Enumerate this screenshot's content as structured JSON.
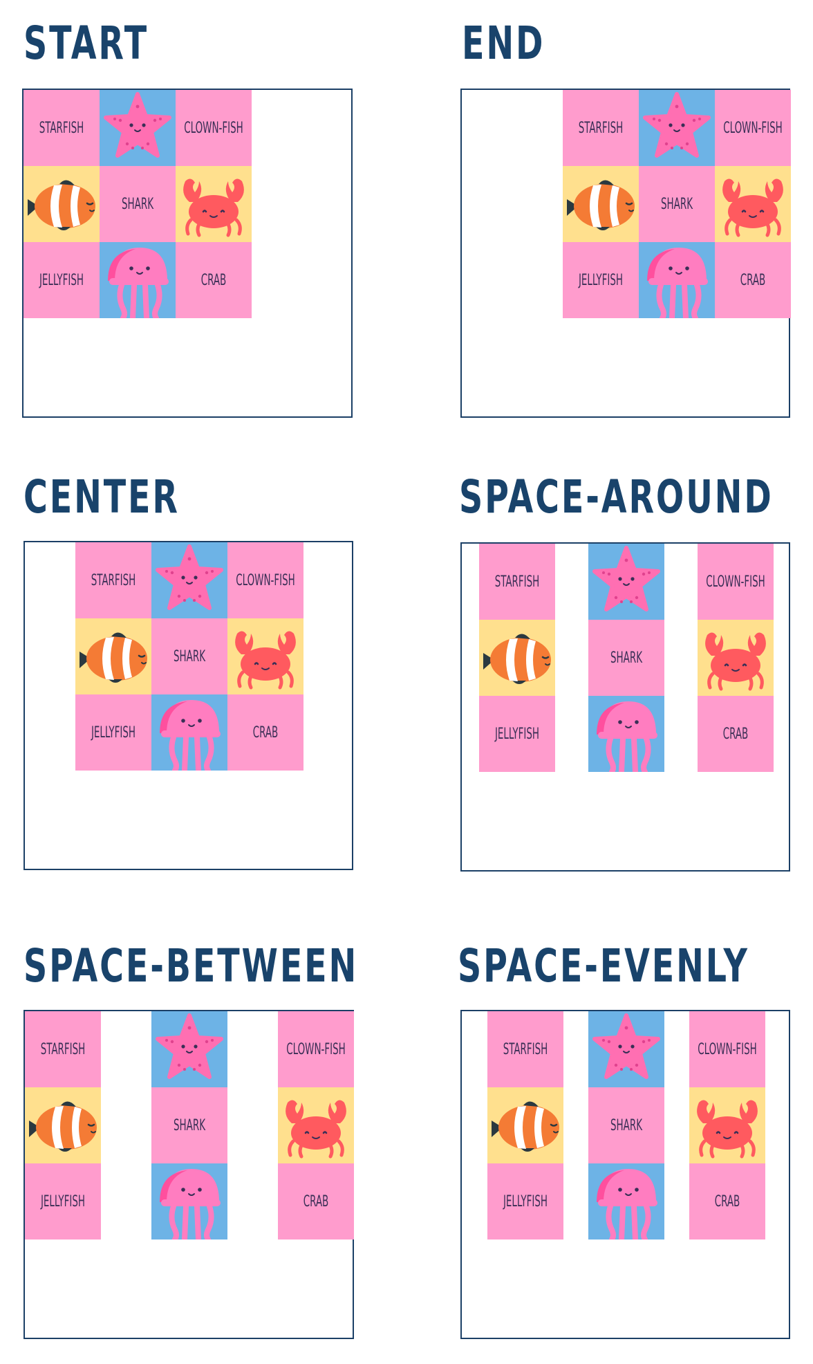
{
  "panels": [
    {
      "title": "START",
      "justify": "start"
    },
    {
      "title": "END",
      "justify": "end"
    },
    {
      "title": "CENTER",
      "justify": "center"
    },
    {
      "title": "SPACE-AROUND",
      "justify": "space-around"
    },
    {
      "title": "SPACE-BETWEEN",
      "justify": "space-between"
    },
    {
      "title": "SPACE-EVENLY",
      "justify": "space-evenly"
    }
  ],
  "grid_items": [
    {
      "kind": "label",
      "text": "STARFISH",
      "bg": "pink"
    },
    {
      "kind": "icon",
      "icon": "starfish-icon",
      "bg": "blue"
    },
    {
      "kind": "label",
      "text": "CLOWN-FISH",
      "bg": "pink"
    },
    {
      "kind": "icon",
      "icon": "clownfish-icon",
      "bg": "yellow"
    },
    {
      "kind": "label",
      "text": "SHARK",
      "bg": "pink"
    },
    {
      "kind": "icon",
      "icon": "crab-icon",
      "bg": "yellow"
    },
    {
      "kind": "label",
      "text": "JELLYFISH",
      "bg": "pink"
    },
    {
      "kind": "icon",
      "icon": "jellyfish-icon",
      "bg": "blue"
    },
    {
      "kind": "label",
      "text": "CRAB",
      "bg": "pink"
    }
  ],
  "colors": {
    "heading": "#19436b",
    "border": "#1b3f66",
    "pink": "#ff9ccd",
    "blue": "#6db3e6",
    "yellow": "#ffe08e",
    "label_text": "#3a2f56"
  }
}
